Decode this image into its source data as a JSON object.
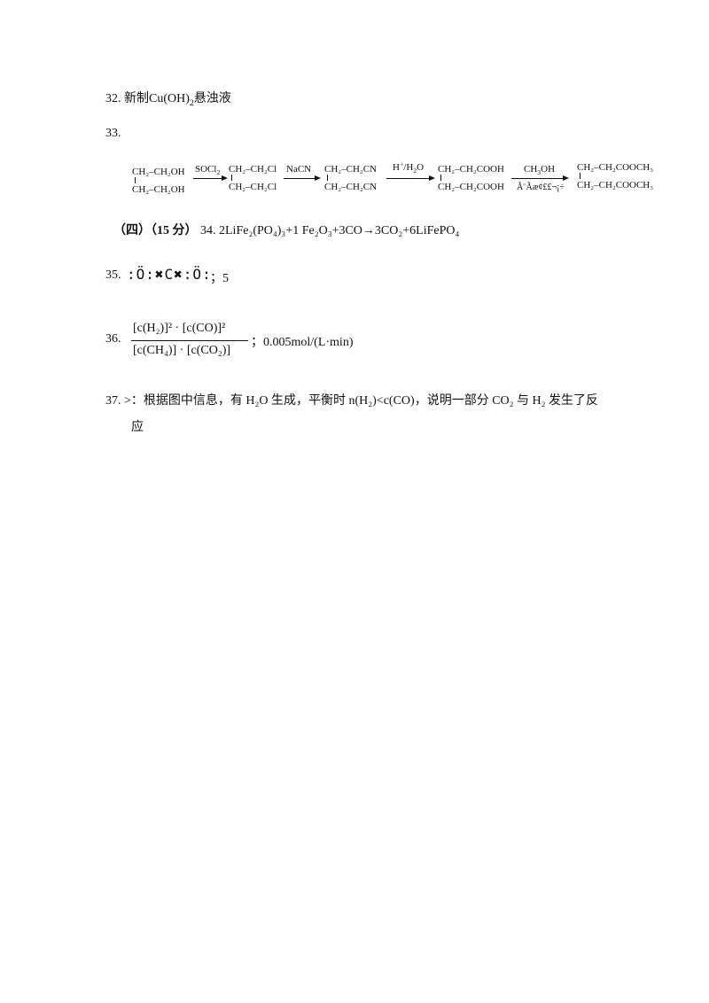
{
  "q32": {
    "num": "32.",
    "text": "新制Cu(OH)",
    "sub": "2",
    "text2": "悬浊液"
  },
  "q33": {
    "num": "33.",
    "reagents": {
      "r1": "SOCl",
      "r1_sub": "2",
      "r2": "NaCN",
      "r3_sup": "+",
      "r3_a": "H",
      "r3_b": "/H",
      "r3_sub": "2",
      "r3_c": "O",
      "r4": "CH",
      "r4_sub": "3",
      "r4_b": "OH",
      "r4_below": "Ã¨Ãæ¢££¬¡÷"
    },
    "compounds": [
      {
        "top": "CH₂–CH₂OH",
        "bottom": "CH₂–CH₂OH"
      },
      {
        "top": "CH₂–CH₂Cl",
        "bottom": "CH₂–CH₂Cl"
      },
      {
        "top": "CH₂–CH₂CN",
        "bottom": "CH₂–CH₂CN"
      },
      {
        "top": "CH₂–CH₂COOH",
        "bottom": "CH₂–CH₂COOH"
      },
      {
        "top": "CH₂–CH₂COOCH₃",
        "bottom": "CH₂–CH₂COOCH₃"
      }
    ]
  },
  "section4": {
    "label": "（四）（15 分）",
    "num": "34.",
    "equation": "2LiFe₂(PO₄)₃+1  Fe₂O₃+3CO→3CO₂+6LiFePO₄"
  },
  "q35": {
    "num": "35.",
    "formula": ":Ö:✖C✖:Ö:",
    "answer": "；5"
  },
  "q36": {
    "num": "36.",
    "numerator": "[c(H₂)]² · [c(CO)]²",
    "denominator": "[c(CH₄)] · [c(CO₂)]",
    "answer": "；0.005mol/(L·min)"
  },
  "q37": {
    "num": "37.",
    "line1": ">：根据图中信息，有 H₂O 生成，平衡时 n(H₂)<c(CO)，说明一部分 CO₂ 与 H₂ 发生了反",
    "line2": "应"
  }
}
